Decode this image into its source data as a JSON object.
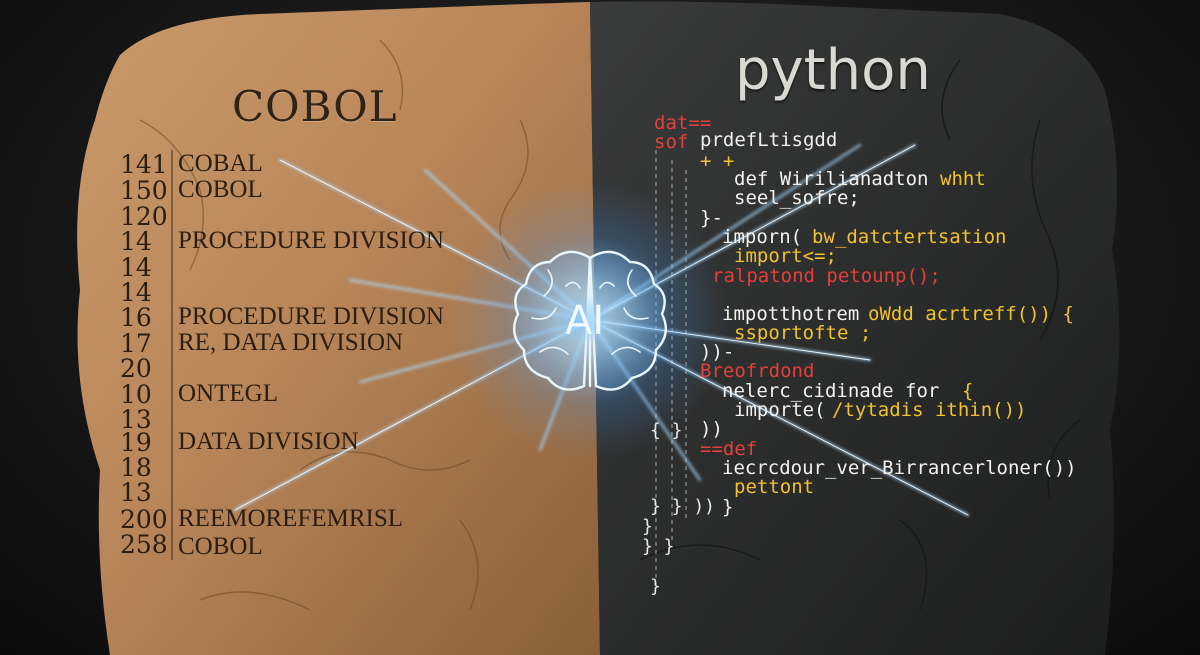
{
  "left_tablet": {
    "title": "COBOL",
    "lines": [
      {
        "num": "141",
        "text": "COBAL"
      },
      {
        "num": "150",
        "text": "COBOL"
      },
      {
        "num": "120",
        "text": ""
      },
      {
        "num": "14",
        "text": "PROCEDURE DIVISION"
      },
      {
        "num": "14",
        "text": ""
      },
      {
        "num": "14",
        "text": ""
      },
      {
        "num": "16",
        "text": "PROCEDURE DIVISION"
      },
      {
        "num": "17",
        "text": "RE, DATA DIVISION"
      },
      {
        "num": "20",
        "text": ""
      },
      {
        "num": "10",
        "text": "ONTEGL"
      },
      {
        "num": "13",
        "text": ""
      },
      {
        "num": "19",
        "text": "DATA DIVISION"
      },
      {
        "num": "18",
        "text": ""
      },
      {
        "num": "13",
        "text": ""
      },
      {
        "num": "200",
        "text": "REEMOREFEMRISL"
      },
      {
        "num": "258",
        "text": "COBOL"
      }
    ]
  },
  "center": {
    "label": "AI"
  },
  "right_tablet": {
    "title": "python",
    "code_lines": [
      {
        "text": "dat==",
        "color": "#e2403a"
      },
      {
        "text": "sof",
        "color": "#e2403a"
      },
      {
        "text": "prdefLtisgdd",
        "color": "#f1f1ee"
      },
      {
        "text": "+ +",
        "color": "#f2c12e"
      },
      {
        "text": "def Wirilianadton",
        "color": "#f1f1ee"
      },
      {
        "text": "whht",
        "color": "#f2c12e"
      },
      {
        "text": "seel_sofre;",
        "color": "#f1f1ee"
      },
      {
        "text": "}-",
        "color": "#f1f1ee"
      },
      {
        "text": "imporn(",
        "color": "#f1f1ee"
      },
      {
        "text": "bw_datctertsation",
        "color": "#f2c12e"
      },
      {
        "text": "import<=;",
        "color": "#f2c12e"
      },
      {
        "text": "ralpatond petounp();",
        "color": "#e2403a"
      },
      {
        "text": "impotthotrem",
        "color": "#f1f1ee"
      },
      {
        "text": "oWdd acrtreff()) {",
        "color": "#f2c12e"
      },
      {
        "text": "ssportofte ;",
        "color": "#f2c12e"
      },
      {
        "text": "))-",
        "color": "#f1f1ee"
      },
      {
        "text": "Breofrdond",
        "color": "#e2403a"
      },
      {
        "text": "nelerc_cidinade for",
        "color": "#f1f1ee"
      },
      {
        "text": "{",
        "color": "#f2c12e"
      },
      {
        "text": "importe(",
        "color": "#f1f1ee"
      },
      {
        "text": "/tytadis ithin())",
        "color": "#f2c12e"
      },
      {
        "text": "))",
        "color": "#f1f1ee"
      },
      {
        "text": "==def",
        "color": "#e2403a"
      },
      {
        "text": "iecrcdour_ver_Birrancerloner())",
        "color": "#f1f1ee"
      },
      {
        "text": "pettont",
        "color": "#f2c12e"
      },
      {
        "text": "}",
        "color": "#f1f1ee"
      }
    ]
  },
  "colors": {
    "sandstone": "#b9865a",
    "sandstone_dark": "#7a5330",
    "slate": "#2e2f2f",
    "slate_dark": "#1a1b1b",
    "glow": "#7fc8ff",
    "code_white": "#f1f1ee",
    "code_yellow": "#f2c12e",
    "code_red": "#e2403a"
  },
  "icons": {
    "center": "brain-icon"
  }
}
